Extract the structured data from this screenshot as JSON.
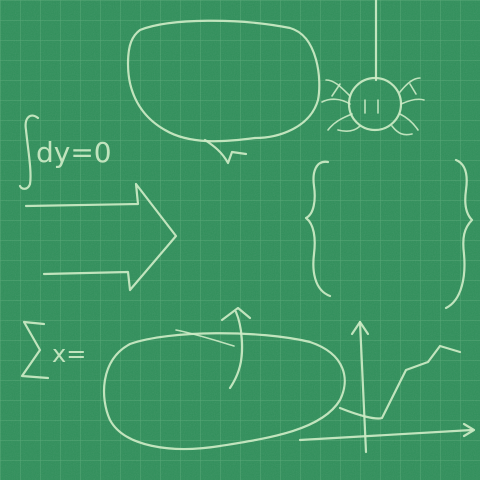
{
  "board": {
    "background_color": "#2f8f5a",
    "grid_color": "#5fae7c",
    "chalk_color": "#cdebc6"
  },
  "formulas": {
    "integral_text": "dy=0",
    "sum_text": "x="
  },
  "doodles": [
    "speech-bubble",
    "spider",
    "curly-braces",
    "arrow",
    "blob",
    "axes-graph"
  ]
}
